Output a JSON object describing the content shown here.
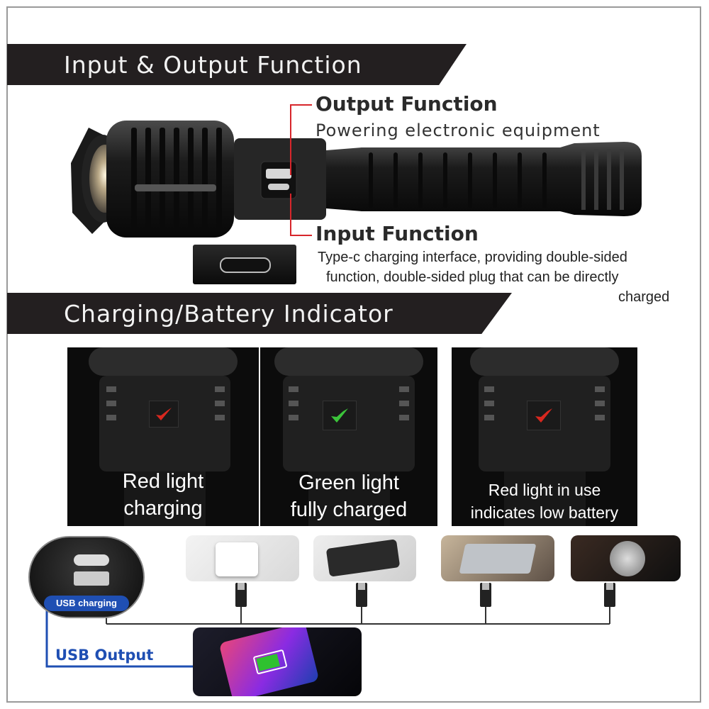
{
  "sections": {
    "io_title": "Input & Output Function",
    "indicator_title": "Charging/Battery Indicator"
  },
  "output": {
    "title": "Output Function",
    "desc": "Powering electronic equipment"
  },
  "input": {
    "title": "Input Function",
    "desc_line1": "Type-c charging interface, providing double-sided",
    "desc_line2": "function, double-sided plug that can be directly",
    "desc_line3": "charged"
  },
  "indicators": [
    {
      "line1": "Red light",
      "line2": "charging",
      "light": "#e0221b",
      "check": "#d8281f"
    },
    {
      "line1": "Green light",
      "line2": "fully charged",
      "light": "#1a8c1e",
      "check": "#3bc43a"
    },
    {
      "line1": "Red light in use",
      "line2": "indicates low battery",
      "light": "#e0221b",
      "check": "#d8281f"
    }
  ],
  "usb": {
    "charging_label": "USB charging",
    "output_label": "USB Output"
  },
  "colors": {
    "banner_bg": "#231f20",
    "accent_red": "#d7262b",
    "usb_blue": "#1f4fb3",
    "phone_green": "#2fc12f"
  }
}
